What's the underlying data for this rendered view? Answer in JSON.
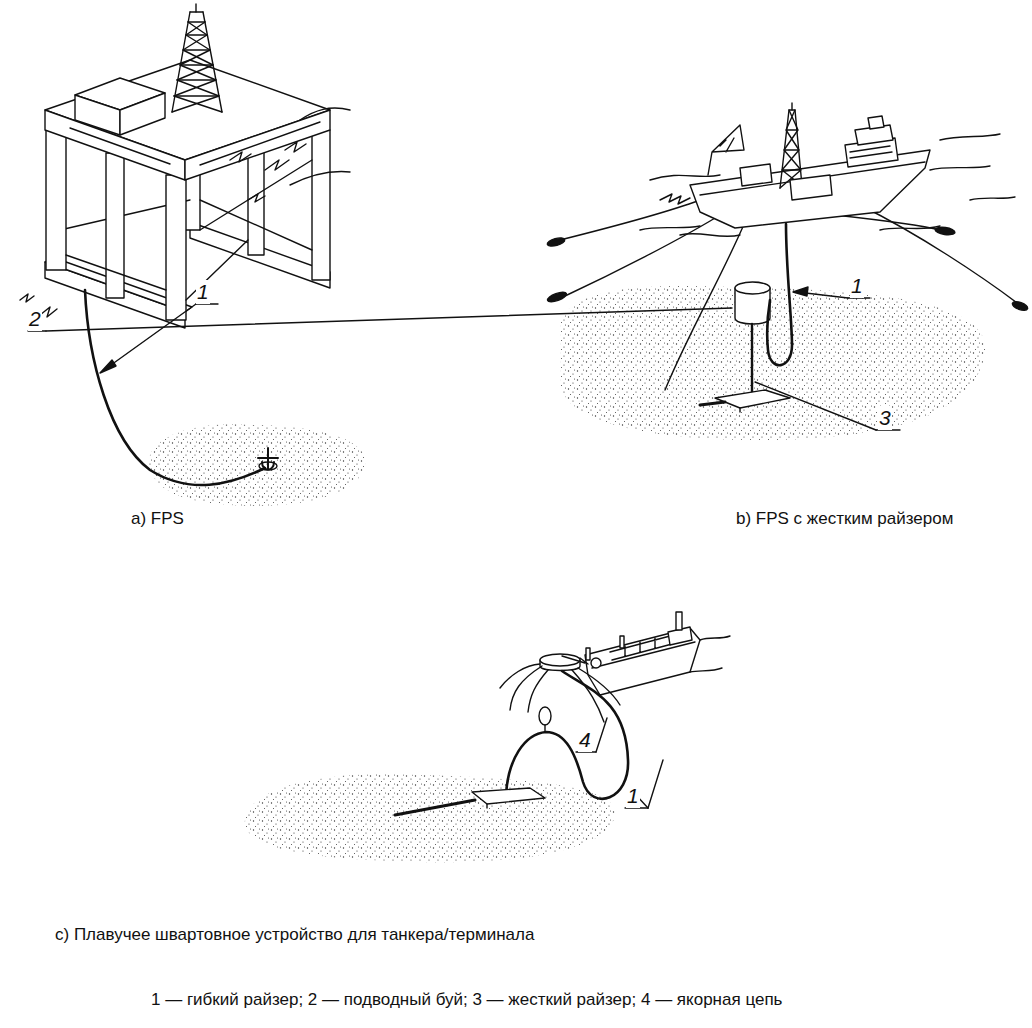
{
  "diagram": {
    "labels": [
      "1",
      "1",
      "2",
      "3",
      "a) FPS",
      "b) FPS с жестким райзером",
      "4",
      "1",
      "c) Плавучее швартовное устройство для танкера/терминала",
      "1 — гибкий райзер; 2 — подводный буй; 3 — жесткий райзер; 4 — якорная цепь"
    ]
  }
}
